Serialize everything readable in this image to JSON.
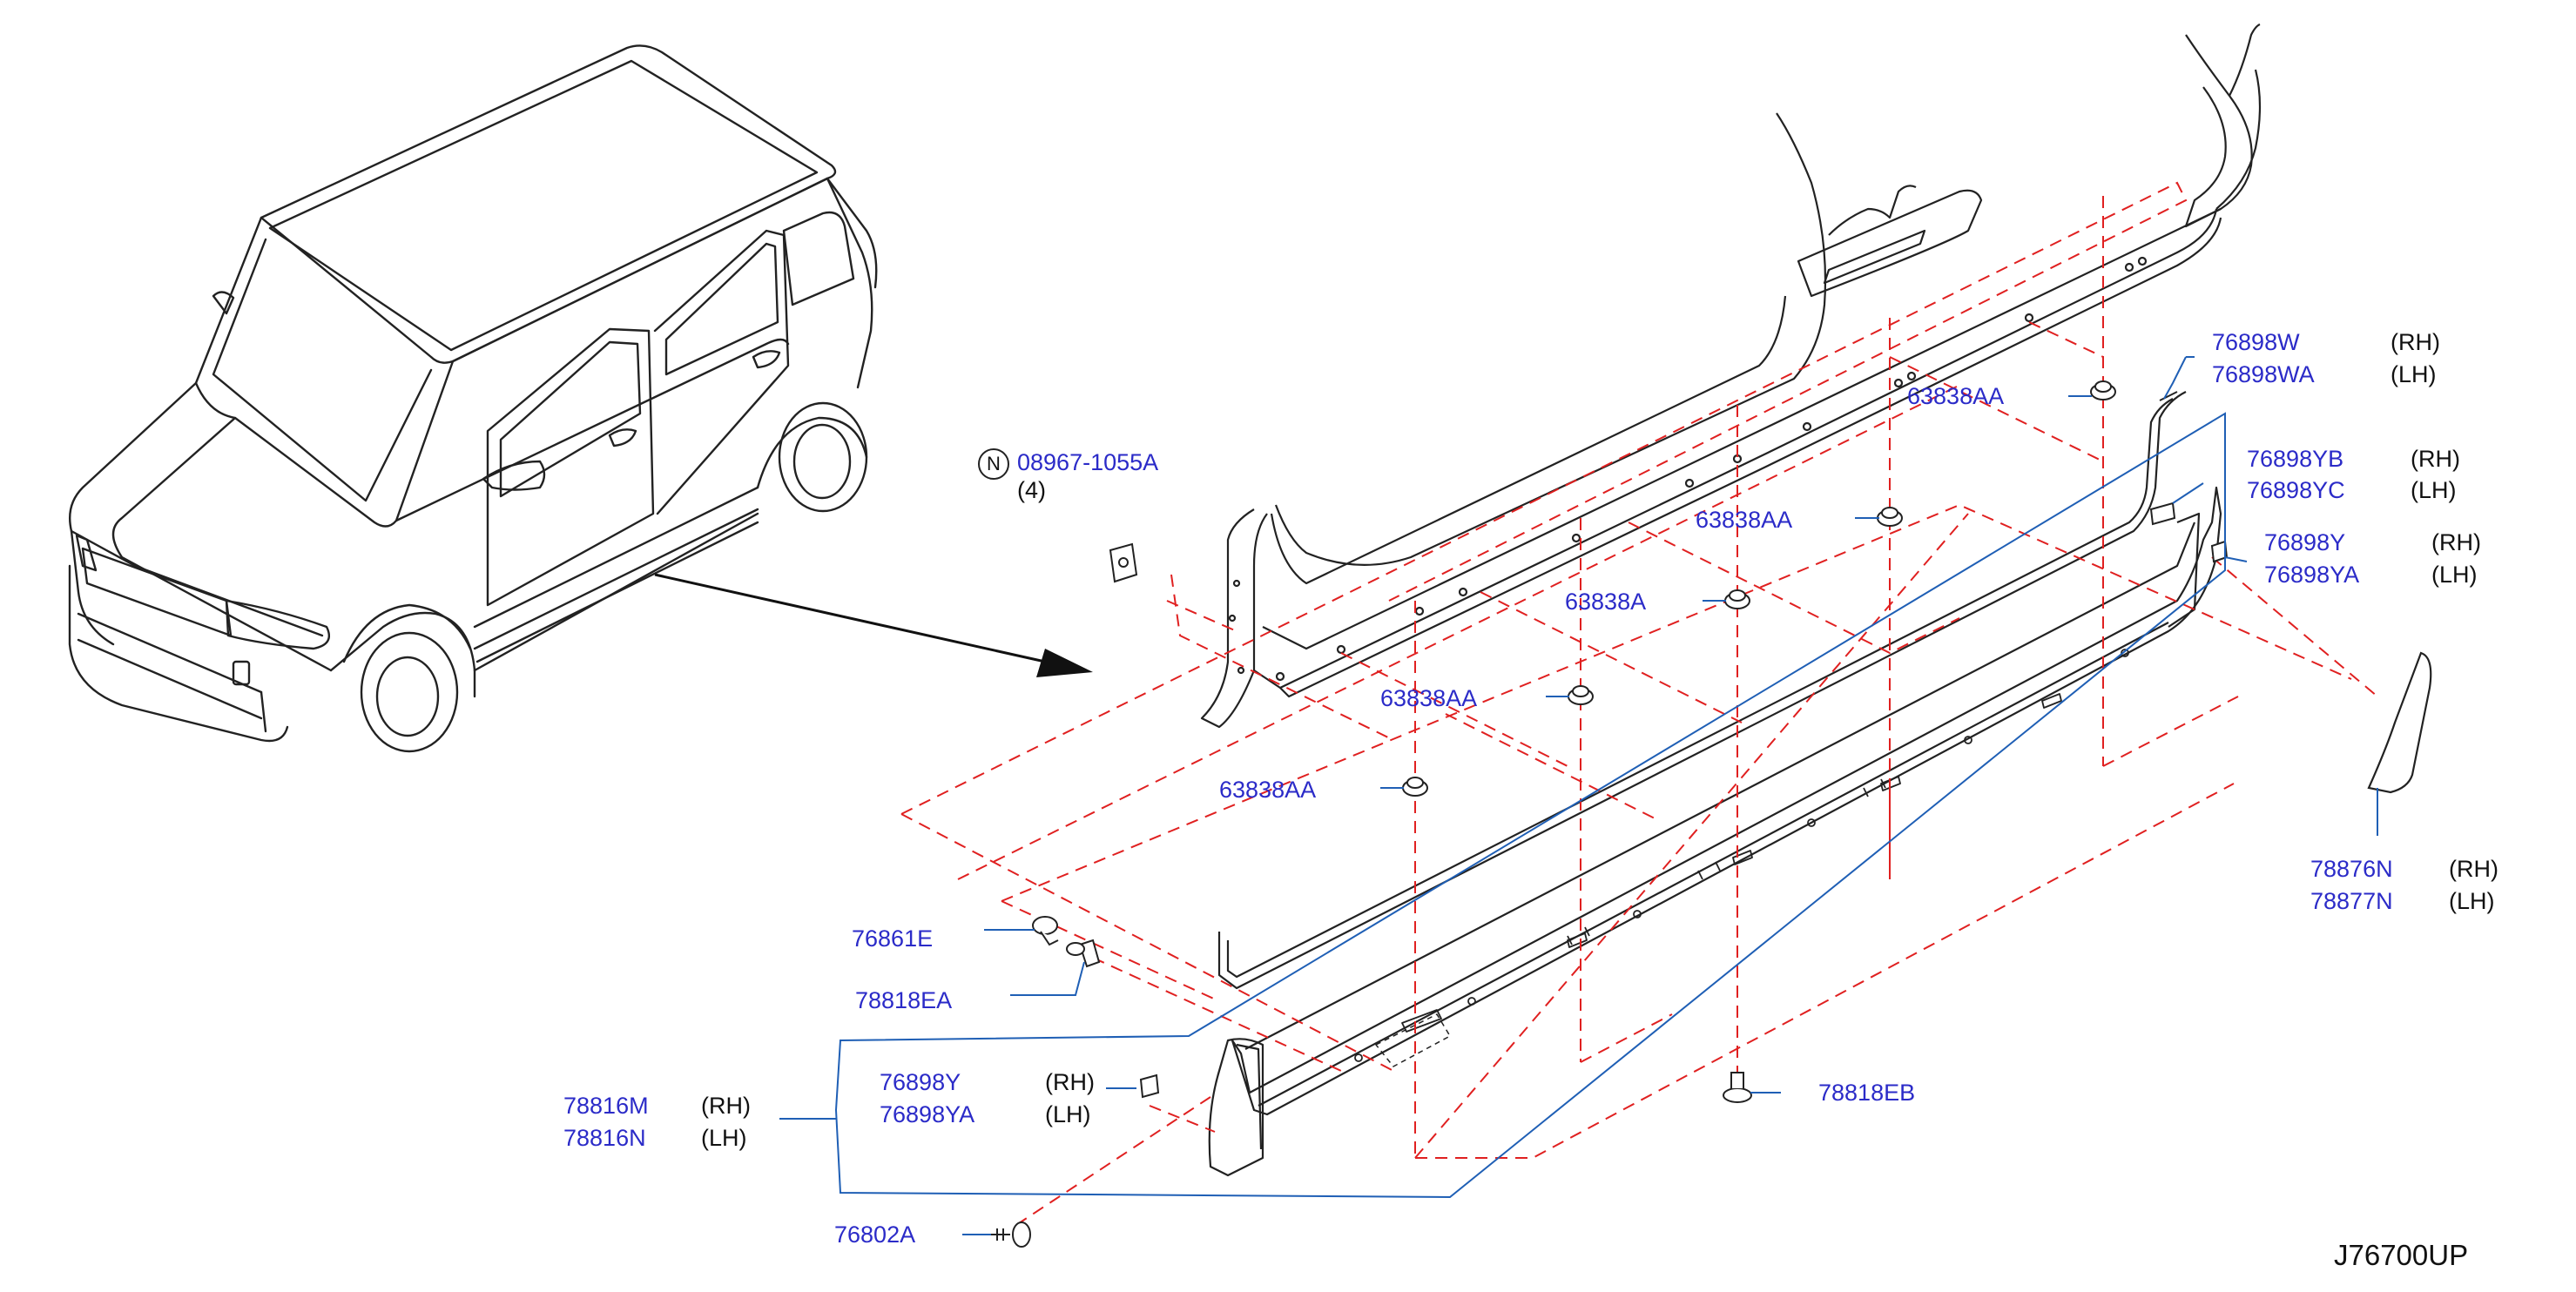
{
  "diagram_id": "J76700UP",
  "callouts": [
    {
      "id": "c1",
      "part": "08967-1055A",
      "qty": "(4)",
      "prefix": "N"
    },
    {
      "id": "c2",
      "part": "63838AA"
    },
    {
      "id": "c3",
      "part": "63838AA"
    },
    {
      "id": "c4",
      "part": "63838A"
    },
    {
      "id": "c5",
      "part": "63838AA"
    },
    {
      "id": "c6",
      "part": "63838AA"
    },
    {
      "id": "c7",
      "part": "76898W",
      "side": "(RH)"
    },
    {
      "id": "c8",
      "part": "76898WA",
      "side": "(LH)"
    },
    {
      "id": "c9",
      "part": "76898YB",
      "side": "(RH)"
    },
    {
      "id": "c10",
      "part": "76898YC",
      "side": "(LH)"
    },
    {
      "id": "c11",
      "part": "76898Y",
      "side": "(RH)"
    },
    {
      "id": "c12",
      "part": "76898YA",
      "side": "(LH)"
    },
    {
      "id": "c13",
      "part": "78876N",
      "side": "(RH)"
    },
    {
      "id": "c14",
      "part": "78877N",
      "side": "(LH)"
    },
    {
      "id": "c15",
      "part": "76861E"
    },
    {
      "id": "c16",
      "part": "78818EA"
    },
    {
      "id": "c17",
      "part": "78816M",
      "side": "(RH)"
    },
    {
      "id": "c18",
      "part": "78816N",
      "side": "(LH)"
    },
    {
      "id": "c19",
      "part": "76898Y",
      "side": "(RH)"
    },
    {
      "id": "c20",
      "part": "76898YA",
      "side": "(LH)"
    },
    {
      "id": "c21",
      "part": "78818EB"
    },
    {
      "id": "c22",
      "part": "76802A"
    }
  ],
  "colors": {
    "part_number": "#2b2bc8",
    "leader_line": "#1f5fb5",
    "dashed_guide": "#e02020",
    "outline": "#222222"
  }
}
